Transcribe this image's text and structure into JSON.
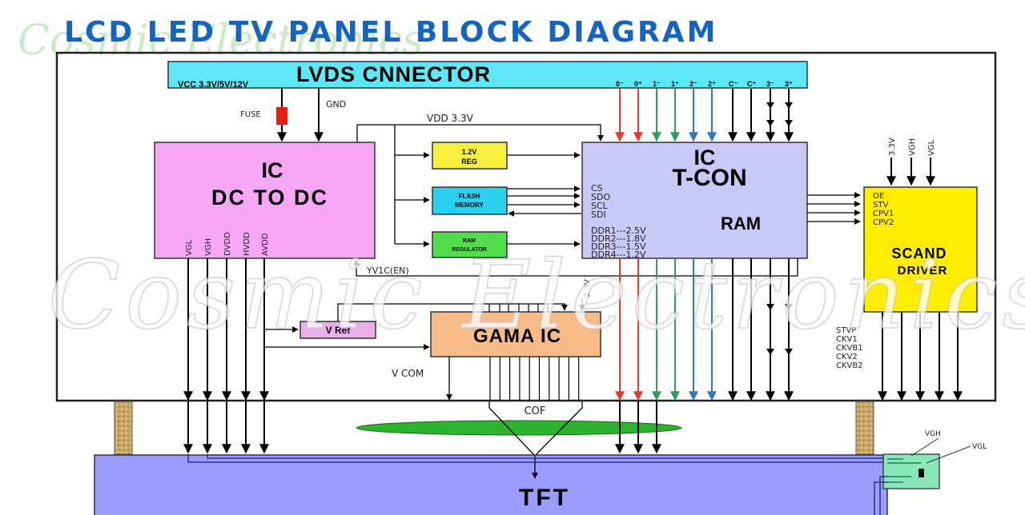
{
  "title": "LCD LED TV  PANEL BLOCK DIAGRAM",
  "watermark": "Cosmic Electronics",
  "colors": {
    "title": "#1565c0",
    "lvds": "#5ee8f7",
    "dcdc": "#f5a6f5",
    "reg12": "#f5ef3b",
    "flash": "#2ad0f0",
    "ramreg": "#52dc4e",
    "tcon": "#c9c9f7",
    "scan": "#ffee00",
    "vref": "#ebb0eb",
    "gama": "#f7bb88",
    "tft": "#9a9cff",
    "cof_ellipse": "#2eb32e",
    "gate_pcb": "#88e8b8",
    "lane0": "#e53a2a",
    "lane1": "#2e9e5a",
    "lane2": "#2f78c8",
    "fuse": "#e81d0e"
  },
  "lvds": {
    "label": "LVDS CNNECTOR",
    "vcc_label": "VCC  3.3V/5V/12V",
    "pins": [
      "0-",
      "0+",
      "1-",
      "1+",
      "2-",
      "2+",
      "C-",
      "C+",
      "3-",
      "3+"
    ],
    "fuse_label": "FUSE",
    "gnd_label": "GND",
    "vdd_label": "VDD 3.3V"
  },
  "dcdc": {
    "line1": "IC",
    "line2": "DC TO DC",
    "outputs": [
      "VGL",
      "VGH",
      "DVDD",
      "HVDD",
      "AVDD"
    ],
    "enable_label": "YV1C(EN)"
  },
  "reg12": {
    "line1": "1.2V",
    "line2": "REG"
  },
  "flash": {
    "line1": "FLASH",
    "line2": "MEMORY"
  },
  "ramreg": {
    "line1": "RAM",
    "line2": "REGULATOR"
  },
  "tcon": {
    "line1": "IC",
    "line2": "T-CON",
    "ram": "RAM",
    "bus": [
      "CS",
      "SDO",
      "SCL",
      "SDI"
    ],
    "ddr": [
      "DDR1---2.5V",
      "DDR2---1.8V",
      "DDR3---1.5V",
      "DDR4---1.2V"
    ]
  },
  "scan": {
    "line1": "SCAND",
    "line2": "DRIVER",
    "inputs": [
      "OE",
      "STV",
      "CPV1",
      "CPV2"
    ],
    "supplies": [
      "3.3V",
      "VGH",
      "VGL"
    ],
    "outputs": [
      "STVP",
      "CKV1",
      "CKVB1",
      "CKV2",
      "CKVB2"
    ]
  },
  "vref": {
    "label": "V Ref"
  },
  "gama": {
    "label": "GAMA IC",
    "supply": "3.3V",
    "vcom_label": "V COM"
  },
  "cof": {
    "label": "COF"
  },
  "tft": {
    "label": "TFT"
  },
  "gate_pcb": {
    "vgh": "VGH",
    "vgl": "VGL"
  }
}
